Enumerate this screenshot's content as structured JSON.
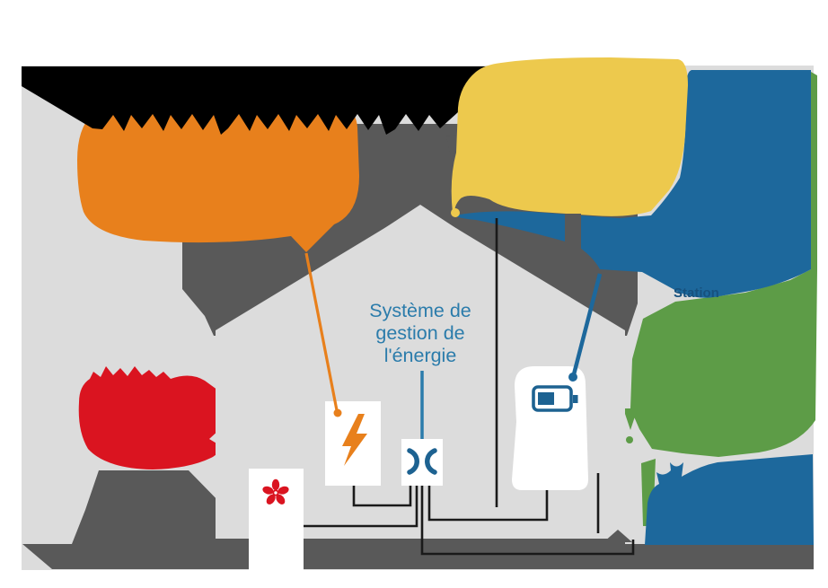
{
  "labels": {
    "management_line1": "Système de",
    "management_line2": "gestion de",
    "management_line3": "l'énergie",
    "remnant_partial_text": "Station"
  },
  "icons": {
    "hub": "flow-x-icon",
    "inverter": "lightning-bolt-icon",
    "ventilation": "fan-icon",
    "storage": "battery-icon"
  },
  "colors": {
    "banner": "#000000",
    "darkgray": "#595959",
    "lightgray": "#dcdcdc",
    "orange": "#e8801c",
    "yellow": "#edc94d",
    "blue": "#1d689c",
    "green": "#5d9c47",
    "red": "#da1420",
    "label": "#2b7cab",
    "icon": "#1d6291",
    "remnant": "#17517e",
    "wire": "#1a1a1a",
    "white": "#ffffff"
  }
}
